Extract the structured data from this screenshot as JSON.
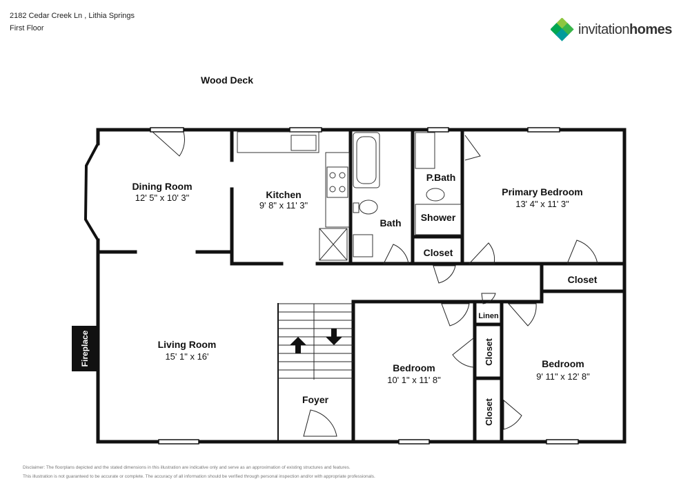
{
  "header": {
    "address": "2182 Cedar Creek Ln , Lithia Springs",
    "floor": "First Floor"
  },
  "logo": {
    "brand_part1": "invitation",
    "brand_part2": "homes",
    "colors": [
      "#8dc63f",
      "#00a651",
      "#009b9b"
    ]
  },
  "exterior": {
    "deck": "Wood Deck"
  },
  "rooms": {
    "dining": {
      "name": "Dining Room",
      "dims": "12' 5\" x 10' 3\""
    },
    "kitchen": {
      "name": "Kitchen",
      "dims": "9' 8\" x 11' 3\""
    },
    "bath": {
      "name": "Bath"
    },
    "pbath": {
      "name": "P.Bath"
    },
    "shower": {
      "name": "Shower"
    },
    "primary": {
      "name": "Primary Bedroom",
      "dims": "13' 4\" x 11' 3\""
    },
    "closet_pbath": {
      "name": "Closet"
    },
    "closet_primary": {
      "name": "Closet"
    },
    "living": {
      "name": "Living Room",
      "dims": "15' 1\" x 16'"
    },
    "fireplace": {
      "name": "Fireplace"
    },
    "foyer": {
      "name": "Foyer"
    },
    "linen": {
      "name": "Linen"
    },
    "bedroom1": {
      "name": "Bedroom",
      "dims": "10' 1\" x 11' 8\""
    },
    "bedroom2": {
      "name": "Bedroom",
      "dims": "9' 11\" x 12' 8\""
    },
    "closet_v1": {
      "name": "Closet"
    },
    "closet_v2": {
      "name": "Closet"
    }
  },
  "disclaimer": {
    "line1": "Disclaimer: The floorplans depicted and the stated dimensions in this illustration are indicative only and serve as an approximation of existing structures and features.",
    "line2": "This illustration is not guaranteed to be accurate or complete. The accuracy of all information should be verified through personal inspection and/or with appropriate professionals."
  }
}
